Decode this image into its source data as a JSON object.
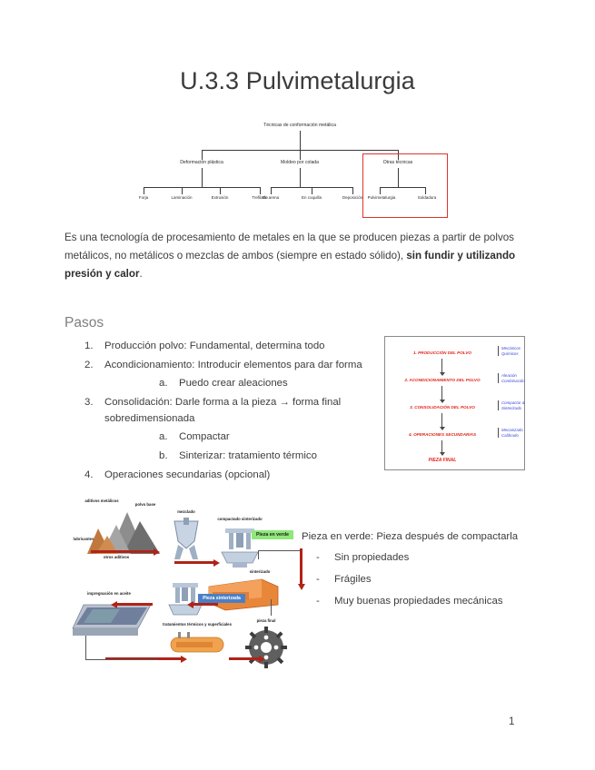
{
  "document": {
    "title": "U.3.3 Pulvimetalurgia",
    "page_number": "1"
  },
  "tree_diagram": {
    "root": "Técnicas de conformación metálica",
    "branches": [
      {
        "label": "Deformación plástica",
        "leaves": [
          "Forja",
          "Laminación",
          "Extrusión",
          "Trefilado"
        ]
      },
      {
        "label": "Moldeo por colada",
        "leaves": [
          "En arena",
          "En coquilla",
          "Deposición"
        ]
      },
      {
        "label": "Otras técnicas",
        "leaves": [
          "Pulvimetalurgia",
          "Soldadura"
        ],
        "highlight_color": "#e0322a"
      }
    ]
  },
  "intro": {
    "part1": "Es una tecnología de procesamiento de metales en la que se producen piezas a partir de polvos metálicos, no metálicos o mezclas de ambos (siempre en estado sólido), ",
    "bold": "sin fundir y utilizando presión y calor",
    "part2": "."
  },
  "pasos": {
    "heading": "Pasos",
    "items": [
      {
        "marker": "1.",
        "text": "Producción polvo: Fundamental, determina todo",
        "sub": []
      },
      {
        "marker": "2.",
        "text": "Acondicionamiento: Introducir elementos para dar forma",
        "sub": [
          {
            "marker": "a.",
            "text": "Puedo crear aleaciones"
          }
        ]
      },
      {
        "marker": "3.",
        "text": "Consolidación: Darle forma a la pieza → forma final sobredimensionada",
        "sub": [
          {
            "marker": "a.",
            "text": "Compactar"
          },
          {
            "marker": "b.",
            "text": "Sinterizar: tratamiento térmico"
          }
        ]
      },
      {
        "marker": "4.",
        "text": "Operaciones secundarias (opcional)",
        "sub": []
      }
    ]
  },
  "flowchart": {
    "accent_color": "#e2241b",
    "note_color": "#3c4ad6",
    "stages": [
      {
        "label": "1. PRODUCCIÓN DEL POLVO",
        "note": "Mecánicos Químicos"
      },
      {
        "label": "2. ACONDICIONAMIENTO DEL POLVO",
        "note": "Aleación Combinación"
      },
      {
        "label": "3. CONSOLIDACIÓN DEL POLVO",
        "note": "Compactar & Sinterizado"
      },
      {
        "label": "4. OPERACIONES SECUNDARIAS",
        "note": "Mecanizado Calibrado"
      }
    ],
    "final": "PIEZA FINAL"
  },
  "process_illustration": {
    "labels": [
      "aditivos metálicos",
      "polvo base",
      "lubricantes",
      "otros aditivos",
      "mezclado",
      "compactado sinterizado",
      "sinterizado",
      "impregnación en aceite",
      "tratamientos térmicos y superficiales",
      "pieza final"
    ],
    "green_chip": "Pieza en verde",
    "blue_chip": "Pieza sinterizada",
    "green_color": "#8ee87a",
    "blue_color": "#4b7fc4",
    "arrow_color": "#b02318"
  },
  "notes": {
    "heading": "Pieza en verde: Pieza después de compactarla",
    "bullets": [
      {
        "dash": "-",
        "text": "Sin propiedades"
      },
      {
        "dash": "-",
        "text": "Frágiles"
      },
      {
        "dash": "-",
        "text": "Muy buenas propiedades mecánicas"
      }
    ]
  }
}
